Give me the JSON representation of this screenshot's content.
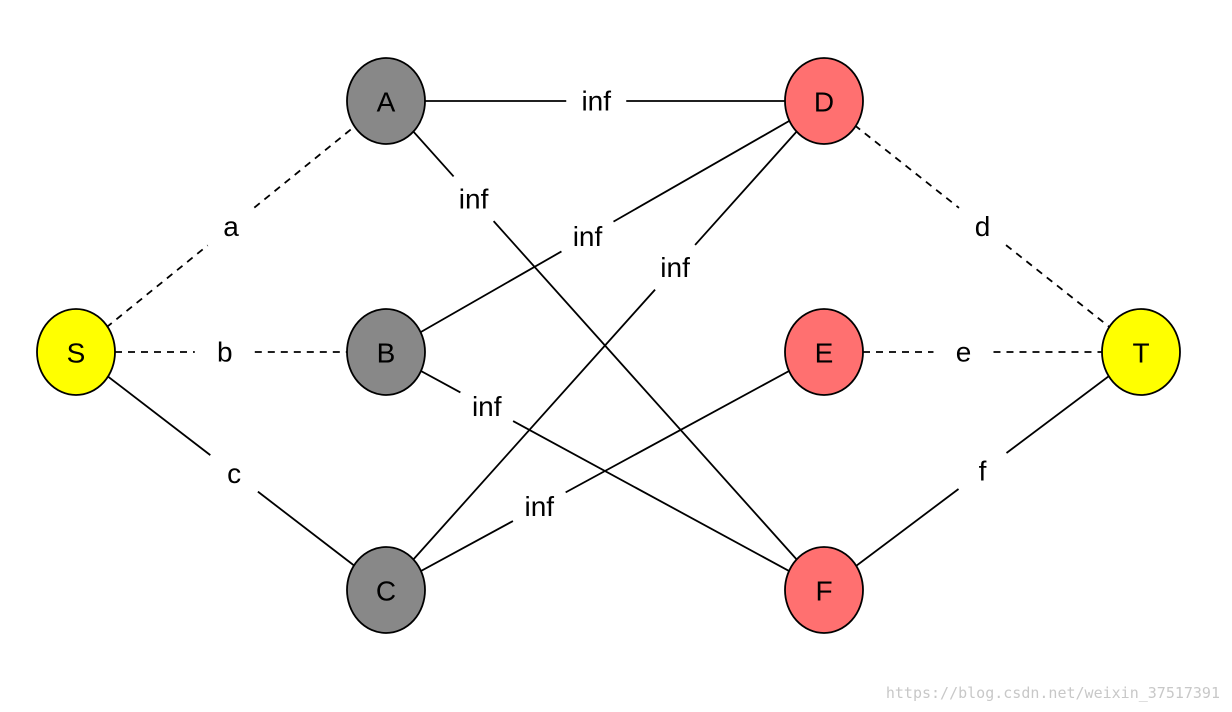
{
  "colors": {
    "terminal": "#ffff00",
    "left_group": "#888888",
    "right_group": "#ff7070",
    "edge": "#000000"
  },
  "nodes": [
    {
      "id": "S",
      "label": "S",
      "group": "terminal"
    },
    {
      "id": "A",
      "label": "A",
      "group": "left_group"
    },
    {
      "id": "B",
      "label": "B",
      "group": "left_group"
    },
    {
      "id": "C",
      "label": "C",
      "group": "left_group"
    },
    {
      "id": "D",
      "label": "D",
      "group": "right_group"
    },
    {
      "id": "E",
      "label": "E",
      "group": "right_group"
    },
    {
      "id": "F",
      "label": "F",
      "group": "right_group"
    },
    {
      "id": "T",
      "label": "T",
      "group": "terminal"
    }
  ],
  "edges": [
    {
      "from": "S",
      "to": "A",
      "label": "a",
      "style": "dashed"
    },
    {
      "from": "S",
      "to": "B",
      "label": "b",
      "style": "dashed"
    },
    {
      "from": "S",
      "to": "C",
      "label": "c",
      "style": "solid"
    },
    {
      "from": "A",
      "to": "D",
      "label": "inf",
      "style": "solid"
    },
    {
      "from": "A",
      "to": "F",
      "label": "inf",
      "style": "solid"
    },
    {
      "from": "B",
      "to": "D",
      "label": "inf",
      "style": "solid"
    },
    {
      "from": "B",
      "to": "F",
      "label": "inf",
      "style": "solid"
    },
    {
      "from": "C",
      "to": "D",
      "label": "inf",
      "style": "solid"
    },
    {
      "from": "C",
      "to": "E",
      "label": "inf",
      "style": "solid"
    },
    {
      "from": "D",
      "to": "T",
      "label": "d",
      "style": "dashed"
    },
    {
      "from": "E",
      "to": "T",
      "label": "e",
      "style": "dashed"
    },
    {
      "from": "F",
      "to": "T",
      "label": "f",
      "style": "solid"
    }
  ],
  "watermark": "https://blog.csdn.net/weixin_37517391"
}
